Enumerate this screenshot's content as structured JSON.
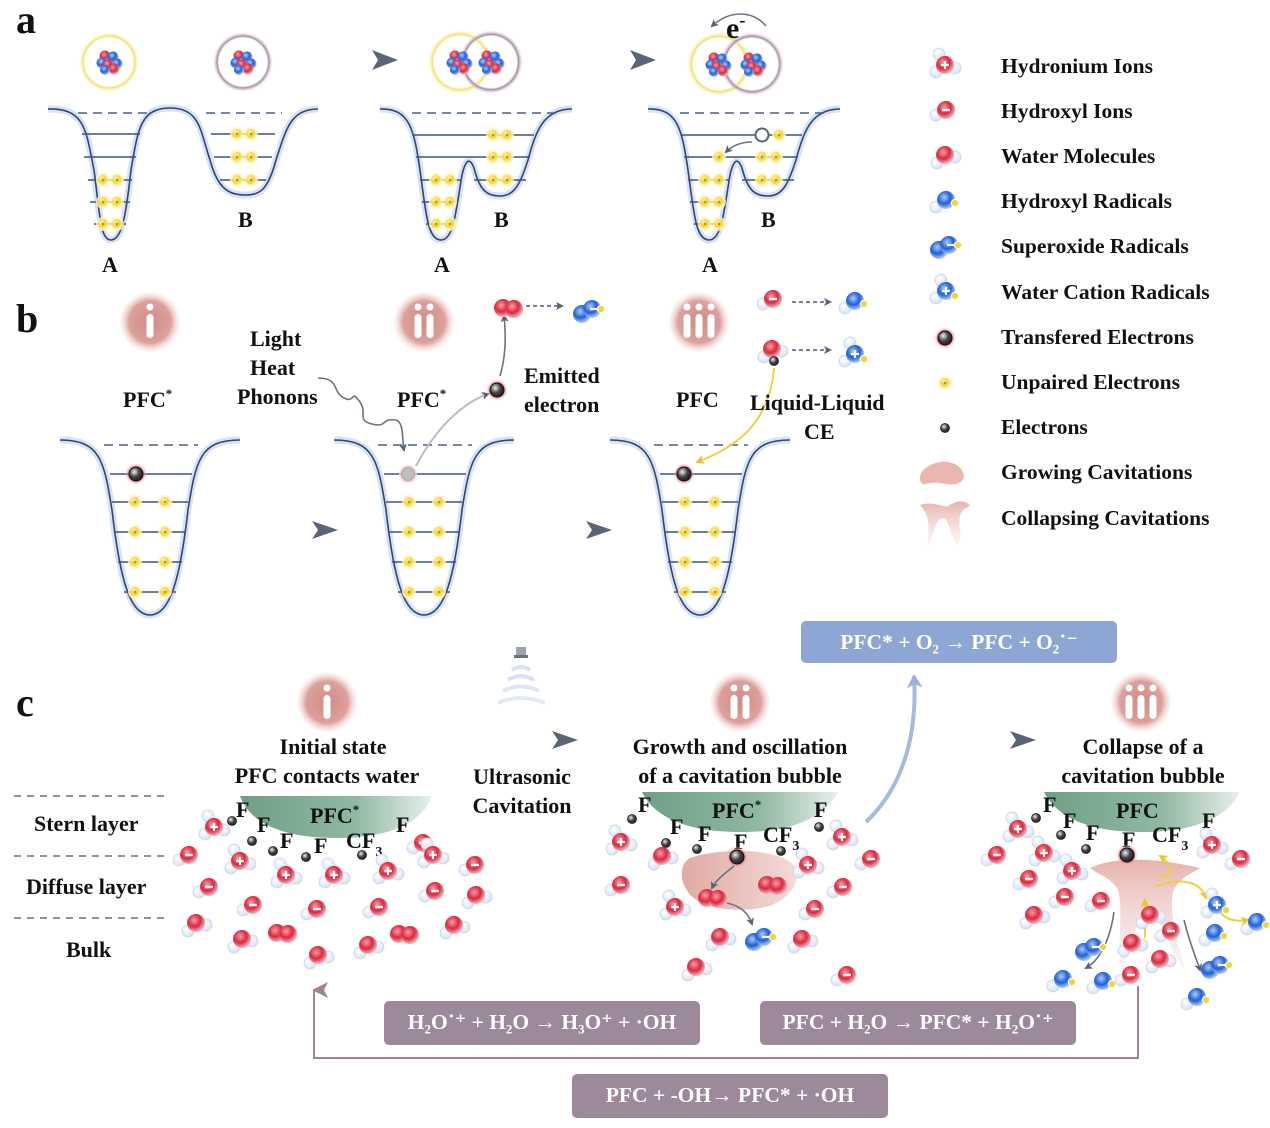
{
  "panels": {
    "a": {
      "letter": "a",
      "well_labels": [
        "A",
        "B",
        "A",
        "B",
        "A",
        "B"
      ],
      "electron_label": "e",
      "electron_sup": "-"
    },
    "b": {
      "letter": "b",
      "stages": [
        {
          "numeral": "i",
          "label": "PFC",
          "sup": "*"
        },
        {
          "numeral": "ii",
          "label": "PFC",
          "sup": "*"
        },
        {
          "numeral": "iii",
          "label": "PFC",
          "sup": ""
        }
      ],
      "energy_sources": [
        "Light",
        "Heat",
        "Phonons"
      ],
      "emitted_label": [
        "Emitted",
        "electron"
      ],
      "ce_label": [
        "Liquid-Liquid",
        "CE"
      ]
    },
    "c": {
      "letter": "c",
      "layers": [
        "Stern layer",
        "Diffuse layer",
        "Bulk"
      ],
      "stages": [
        {
          "numeral": "i",
          "title": [
            "Initial state",
            "PFC contacts water"
          ],
          "pfc_label": "PFC",
          "pfc_sup": "*"
        },
        {
          "numeral": "ii",
          "title": [
            "Growth and oscillation",
            "of a cavitation bubble"
          ],
          "pfc_label": "PFC",
          "pfc_sup": "*"
        },
        {
          "numeral": "iii",
          "title": [
            "Collapse of a",
            "cavitation bubble"
          ],
          "pfc_label": "PFC",
          "pfc_sup": ""
        }
      ],
      "ultrasonic_label": [
        "Ultrasonic",
        "Cavitation"
      ],
      "fluorine": "F",
      "cf3": "CF",
      "cf3_sub": "3"
    }
  },
  "equations": {
    "superoxide": "PFC* + O₂ → PFC + O₂˙⁻",
    "water_cation": "H₂O˙⁺ + H₂O → H₃O⁺ + ·OH",
    "pfc_water": "PFC + H₂O → PFC* + H₂O˙⁺",
    "pfc_hydroxyl": "PFC + -OH→ PFC* + ·OH"
  },
  "legend": [
    {
      "icon": "hydronium-ion-icon",
      "label": "Hydronium Ions"
    },
    {
      "icon": "hydroxyl-ion-icon",
      "label": "Hydroxyl Ions"
    },
    {
      "icon": "water-molecule-icon",
      "label": "Water Molecules"
    },
    {
      "icon": "hydroxyl-radical-icon",
      "label": "Hydroxyl Radicals"
    },
    {
      "icon": "superoxide-radical-icon",
      "label": "Superoxide Radicals"
    },
    {
      "icon": "water-cation-radical-icon",
      "label": "Water Cation Radicals"
    },
    {
      "icon": "transferred-electron-icon",
      "label": "Transfered Electrons"
    },
    {
      "icon": "unpaired-electron-icon",
      "label": "Unpaired Electrons"
    },
    {
      "icon": "electron-icon",
      "label": "Electrons"
    },
    {
      "icon": "growing-cavitation-icon",
      "label": "Growing Cavitations"
    },
    {
      "icon": "collapsing-cavitation-icon",
      "label": "Collapsing  Cavitations"
    }
  ],
  "colors": {
    "well_line": "#2f4575",
    "unpaired_electron": "#f3d534",
    "stage_badge": "#d99a94",
    "eq_blue": "#8ea6d4",
    "eq_purple": "#9d899c",
    "pfc_green": "#6e9f86",
    "ion_red": "#d8283e",
    "radical_blue": "#2a6ad8"
  }
}
